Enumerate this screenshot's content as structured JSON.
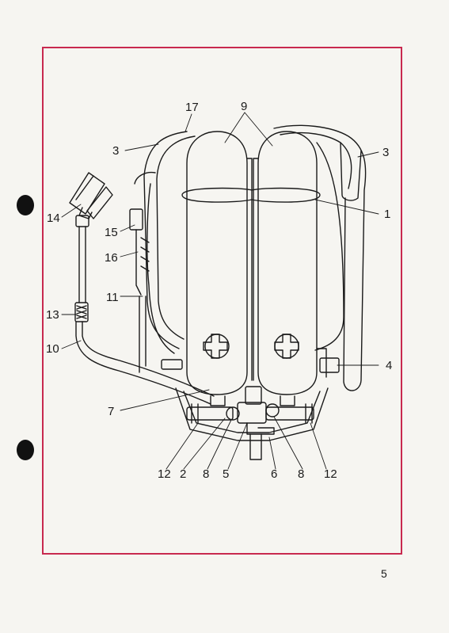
{
  "page": {
    "number": "5"
  },
  "callouts": [
    {
      "id": "17",
      "label": "17"
    },
    {
      "id": "9",
      "label": "9"
    },
    {
      "id": "3l",
      "label": "3"
    },
    {
      "id": "3r",
      "label": "3"
    },
    {
      "id": "1",
      "label": "1"
    },
    {
      "id": "14",
      "label": "14"
    },
    {
      "id": "15",
      "label": "15"
    },
    {
      "id": "16",
      "label": "16"
    },
    {
      "id": "11",
      "label": "11"
    },
    {
      "id": "13",
      "label": "13"
    },
    {
      "id": "10",
      "label": "10"
    },
    {
      "id": "4",
      "label": "4"
    },
    {
      "id": "7",
      "label": "7"
    },
    {
      "id": "12a",
      "label": "12"
    },
    {
      "id": "2",
      "label": "2"
    },
    {
      "id": "8a",
      "label": "8"
    },
    {
      "id": "5",
      "label": "5"
    },
    {
      "id": "6",
      "label": "6"
    },
    {
      "id": "8b",
      "label": "8"
    },
    {
      "id": "12b",
      "label": "12"
    }
  ],
  "colors": {
    "border": "#c8294f",
    "ink": "#1a1a1a",
    "paper": "#f6f5f1"
  }
}
